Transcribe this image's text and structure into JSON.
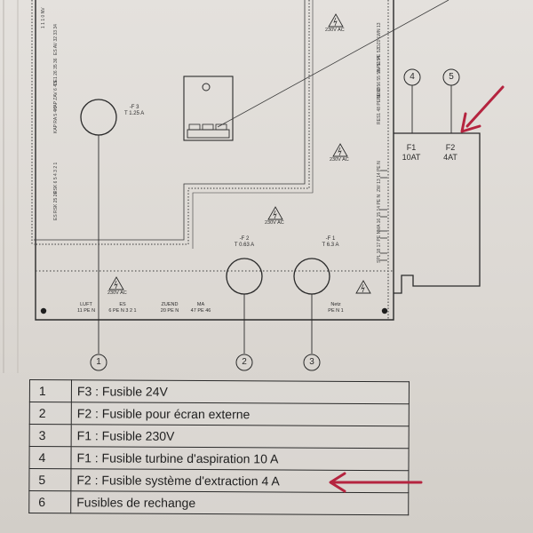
{
  "diagram": {
    "voltage_ac": "230V AC",
    "fuse_f3": {
      "id": "-F 3",
      "rating": "T 1.25 A"
    },
    "fuse_f2": {
      "id": "-F 2",
      "rating": "T 0.63 A"
    },
    "fuse_f1": {
      "id": "-F 1",
      "rating": "T 6.3 A"
    },
    "side_box": {
      "f1_label": "F1",
      "f1_rating": "10AT",
      "f2_label": "F2",
      "f2_rating": "4AT"
    },
    "callouts": [
      "1",
      "2",
      "3",
      "4",
      "5"
    ],
    "bottom_terminals": [
      {
        "name": "LUFT",
        "pins": "11 PE N"
      },
      {
        "name": "ES",
        "pins": "6 PE N 3 2 1"
      },
      {
        "name": "ZUEND",
        "pins": "20 PE N"
      },
      {
        "name": "MA",
        "pins": "47 PE 46"
      },
      {
        "name": "Netz",
        "pins": "PE N 1"
      }
    ],
    "left_terminal_codes": [
      "1 1 1 0 NV",
      "ES AV 32 33 34",
      "DE1 26 35 36",
      "KAP ZAV 6 4 5",
      "KAP RA 5 4 5",
      "RSK 6 5 4 3 2 1",
      "ES RSK 25 26"
    ],
    "right_terminal_codes": [
      "DZ0 LWN 13",
      "AV 51 PE 52",
      "RES2 56 55 53 PE 54",
      "RES1 48 PE 50 49",
      "ZW 13 14 PE N",
      "MA 16 15 14 PE N",
      "SPL 18 17 PE N"
    ]
  },
  "legend": {
    "rows": [
      {
        "num": "1",
        "text": "F3 : Fusible 24V"
      },
      {
        "num": "2",
        "text": "F2 : Fusible pour écran externe"
      },
      {
        "num": "3",
        "text": "F1 : Fusible 230V"
      },
      {
        "num": "4",
        "text": "F1 : Fusible turbine d'aspiration 10 A"
      },
      {
        "num": "5",
        "text": "F2 : Fusible système d'extraction 4 A"
      },
      {
        "num": "6",
        "text": "Fusibles de rechange"
      }
    ]
  },
  "colors": {
    "annotation_arrow": "#b5243f",
    "ink": "#2a2a2a"
  }
}
